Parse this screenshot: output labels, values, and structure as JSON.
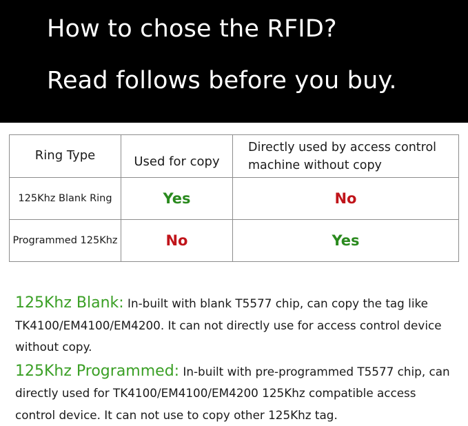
{
  "banner": {
    "line1": "How to chose the RFID?",
    "line2": "Read follows before you buy."
  },
  "table": {
    "headers": {
      "ring_type": "Ring Type",
      "used_for_copy": "Used for copy",
      "direct_line1": "Directly used by access control",
      "direct_line2": "machine without copy"
    },
    "rows": [
      {
        "name": "125Khz Blank Ring",
        "copy": "Yes",
        "direct": "No"
      },
      {
        "name": "Programmed 125Khz",
        "copy": "No",
        "direct": "Yes"
      }
    ]
  },
  "notes": [
    {
      "keyword": "125Khz Blank:",
      "text": " In-built with blank T5577 chip, can copy the tag like TK4100/EM4100/EM4200. It can not directly use for access control device without copy."
    },
    {
      "keyword": "125Khz Programmed:",
      "text": " In-built with pre-programmed T5577 chip, can directly used for TK4100/EM4100/EM4200 125Khz compatible access control device. It can not use to copy other 125Khz tag."
    }
  ],
  "colors": {
    "yes": "#2a8a1e",
    "no": "#c0141a",
    "keyword": "#3a9f25",
    "banner_bg": "#000000"
  }
}
